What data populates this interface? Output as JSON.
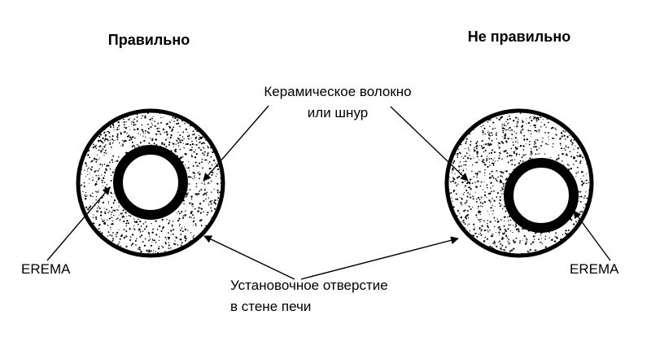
{
  "labels": {
    "correct": "Правильно",
    "incorrect": "Не правильно",
    "fiber_line1": "Керамическое волокно",
    "fiber_line2": "или шнур",
    "mount_line1": "Установочное отверстие",
    "mount_line2": "в стене печи",
    "erema_left": "EREMA",
    "erema_right": "EREMA"
  },
  "colors": {
    "stroke": "#000000",
    "fill_background": "#ffffff",
    "speckle": "#000000"
  }
}
